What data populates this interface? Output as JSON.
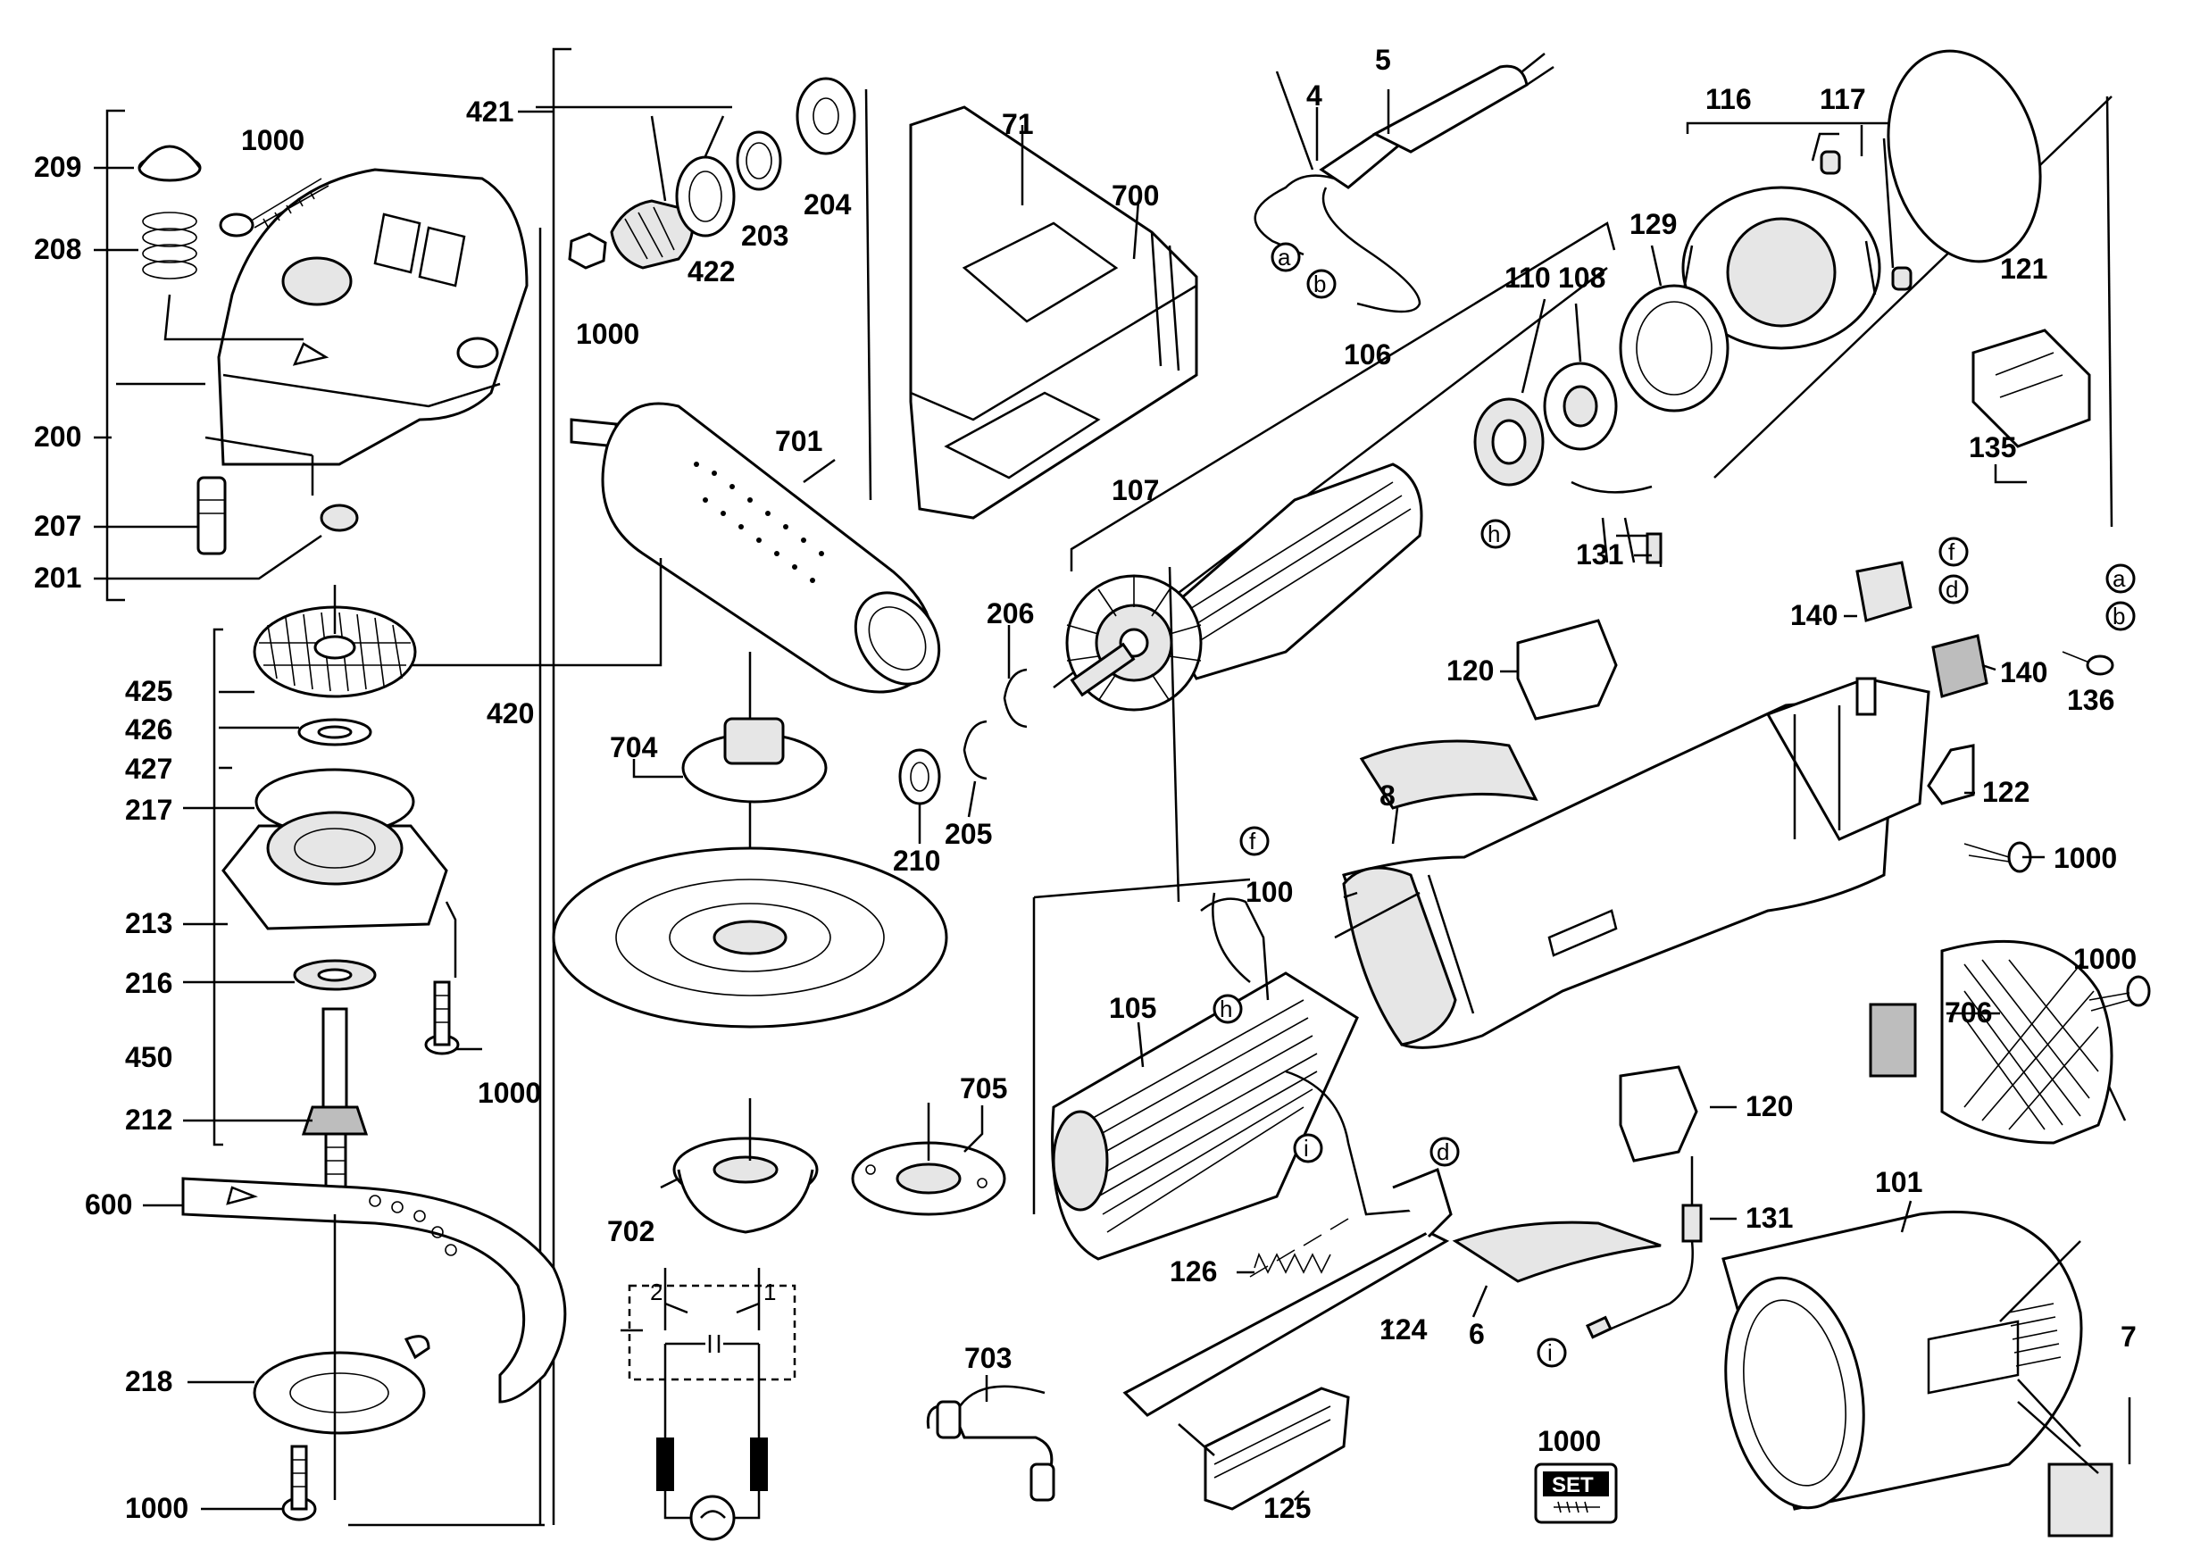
{
  "labels": {
    "l209": "209",
    "l1000_a": "1000",
    "l208": "208",
    "l200": "200",
    "l207": "207",
    "l201": "201",
    "l421": "421",
    "l1000_b": "1000",
    "l422": "422",
    "l203": "203",
    "l204": "204",
    "l71": "71",
    "l700": "700",
    "l4": "4",
    "l5": "5",
    "l116": "116",
    "l117": "117",
    "l121": "121",
    "l110": "110",
    "l108": "108",
    "l129": "129",
    "l106": "106",
    "l107": "107",
    "l701": "701",
    "l420": "420",
    "l425": "425",
    "l426": "426",
    "l427": "427",
    "l217": "217",
    "l213": "213",
    "l216": "216",
    "l450": "450",
    "l212": "212",
    "l1000_c": "1000",
    "l600": "600",
    "l218": "218",
    "l1000_d": "1000",
    "l704": "704",
    "l206": "206",
    "l205": "205",
    "l210": "210",
    "l705": "705",
    "l702": "702",
    "l703": "703",
    "l135": "135",
    "l131_a": "131",
    "l140_a": "140",
    "l140_b": "140",
    "l136": "136",
    "l120_a": "120",
    "l8": "8",
    "l122": "122",
    "l1000_e": "1000",
    "l100": "100",
    "l105": "105",
    "l1000_f": "1000",
    "l706": "706",
    "l120_b": "120",
    "l131_b": "131",
    "l101": "101",
    "l126": "126",
    "l124": "124",
    "l6": "6",
    "l7": "7",
    "l1000_g": "1000",
    "l125": "125"
  },
  "callouts": {
    "a1": "a",
    "b1": "b",
    "h1": "h",
    "f1": "f",
    "d1": "d",
    "a2": "a",
    "b2": "b",
    "f2": "f",
    "h2": "h",
    "i1": "i",
    "d2": "d",
    "i2": "i"
  },
  "set_badge": "SET",
  "schematic": {
    "switch_left": "2",
    "switch_right": "1"
  }
}
